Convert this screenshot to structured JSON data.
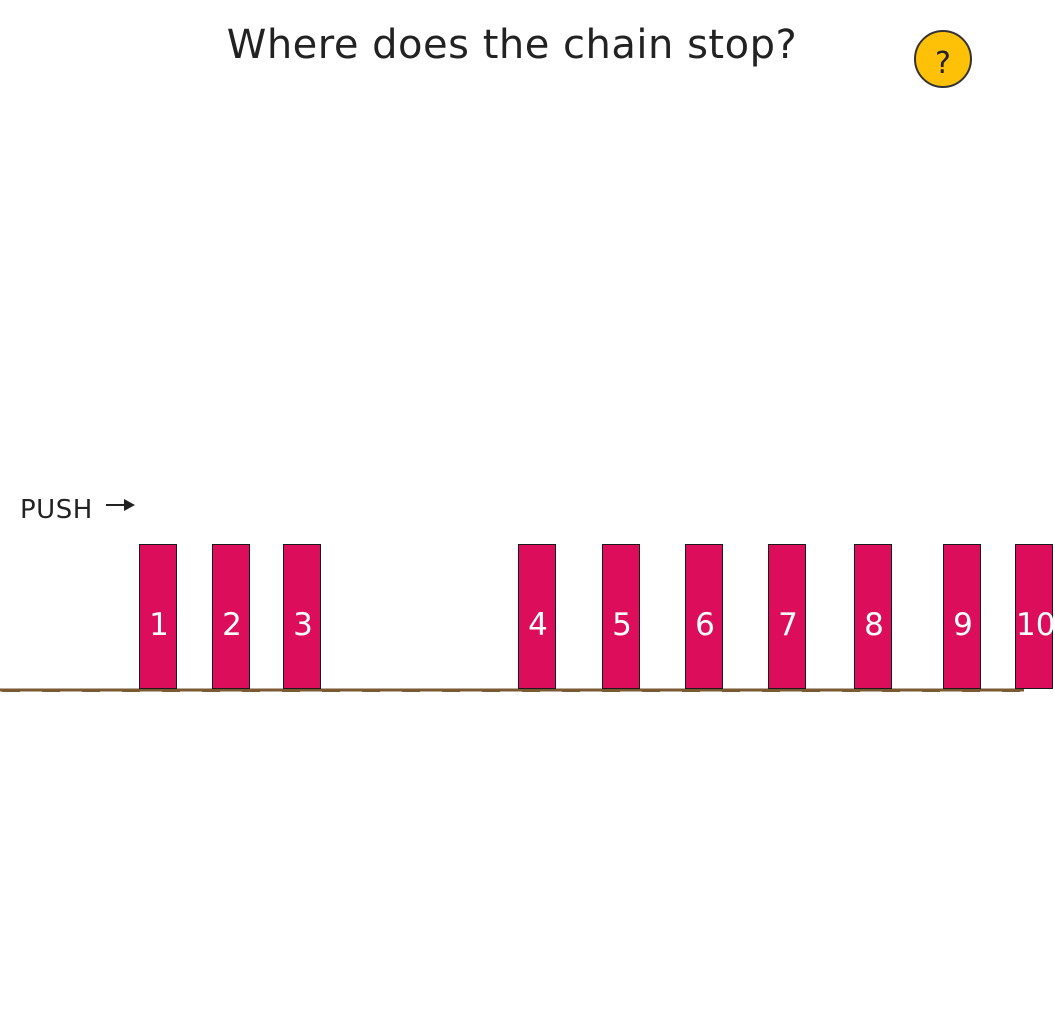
{
  "question": "Where does the chain stop?",
  "hint_button": {
    "label": "?",
    "color": "#FFC107"
  },
  "push": {
    "label": "PUSH",
    "icon": "right-arrow-icon"
  },
  "domino_color": "#DC0D5A",
  "ground_color": "#7A5A33",
  "dominoes": [
    {
      "label": "1"
    },
    {
      "label": "2"
    },
    {
      "label": "3"
    },
    {
      "label": "4"
    },
    {
      "label": "5"
    },
    {
      "label": "6"
    },
    {
      "label": "7"
    },
    {
      "label": "8"
    },
    {
      "label": "9"
    },
    {
      "label": "10"
    }
  ]
}
